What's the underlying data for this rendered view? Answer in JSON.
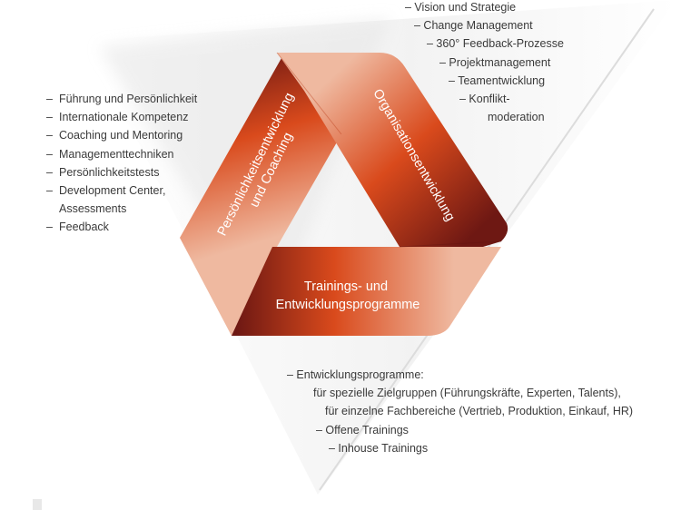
{
  "diagram": {
    "segments": {
      "left": {
        "line1": "Persönlichkeitsentwicklung",
        "line2": "und Coaching"
      },
      "right": {
        "line1": "Organisationsentwicklung"
      },
      "bottom": {
        "line1": "Trainings- und",
        "line2": "Entwicklungsprogramme"
      }
    },
    "colors": {
      "light": "#efb9a0",
      "mid": "#d94a1c",
      "dark": "#6e1813"
    }
  },
  "lists": {
    "top_right": [
      "–  Vision und Strategie",
      "–  Change Management",
      "–  360° Feedback-Prozesse",
      "–  Projektmanagement",
      "–  Teamentwicklung",
      "–  Konflikt-",
      "moderation"
    ],
    "left": [
      "Führung und Persönlichkeit",
      "Internationale Kompetenz",
      "Coaching und Mentoring",
      "Managementtechniken",
      "Persönlichkeitstests",
      "Development Center,",
      "Assessments",
      "Feedback"
    ],
    "bottom": [
      "–  Entwicklungsprogramme:",
      "für spezielle Zielgruppen (Führungskräfte, Experten, Talents),",
      "für einzelne Fachbereiche (Vertrieb, Produktion, Einkauf, HR)",
      "–  Offene Trainings",
      "–  Inhouse Trainings"
    ]
  }
}
